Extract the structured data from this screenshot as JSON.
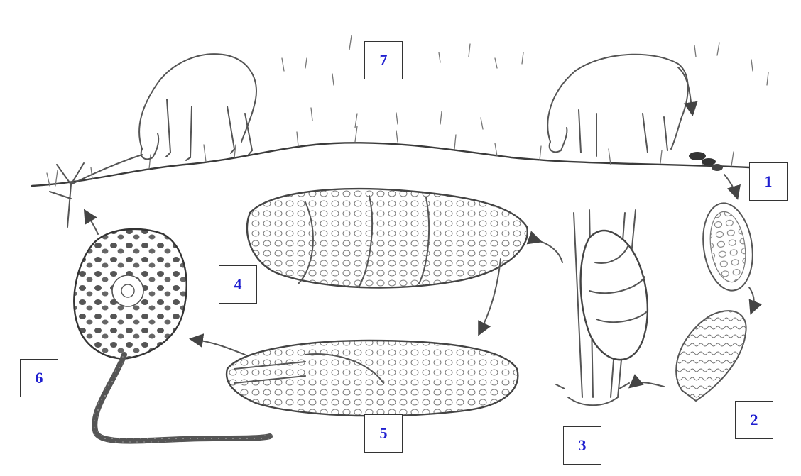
{
  "labels": {
    "l1": "1",
    "l2": "2",
    "l3": "3",
    "l4": "4",
    "l5": "5",
    "l6": "6",
    "l7": "7"
  },
  "colors": {
    "label_text": "#1f1fd0",
    "line_ink": "#555555",
    "background": "#ffffff"
  }
}
